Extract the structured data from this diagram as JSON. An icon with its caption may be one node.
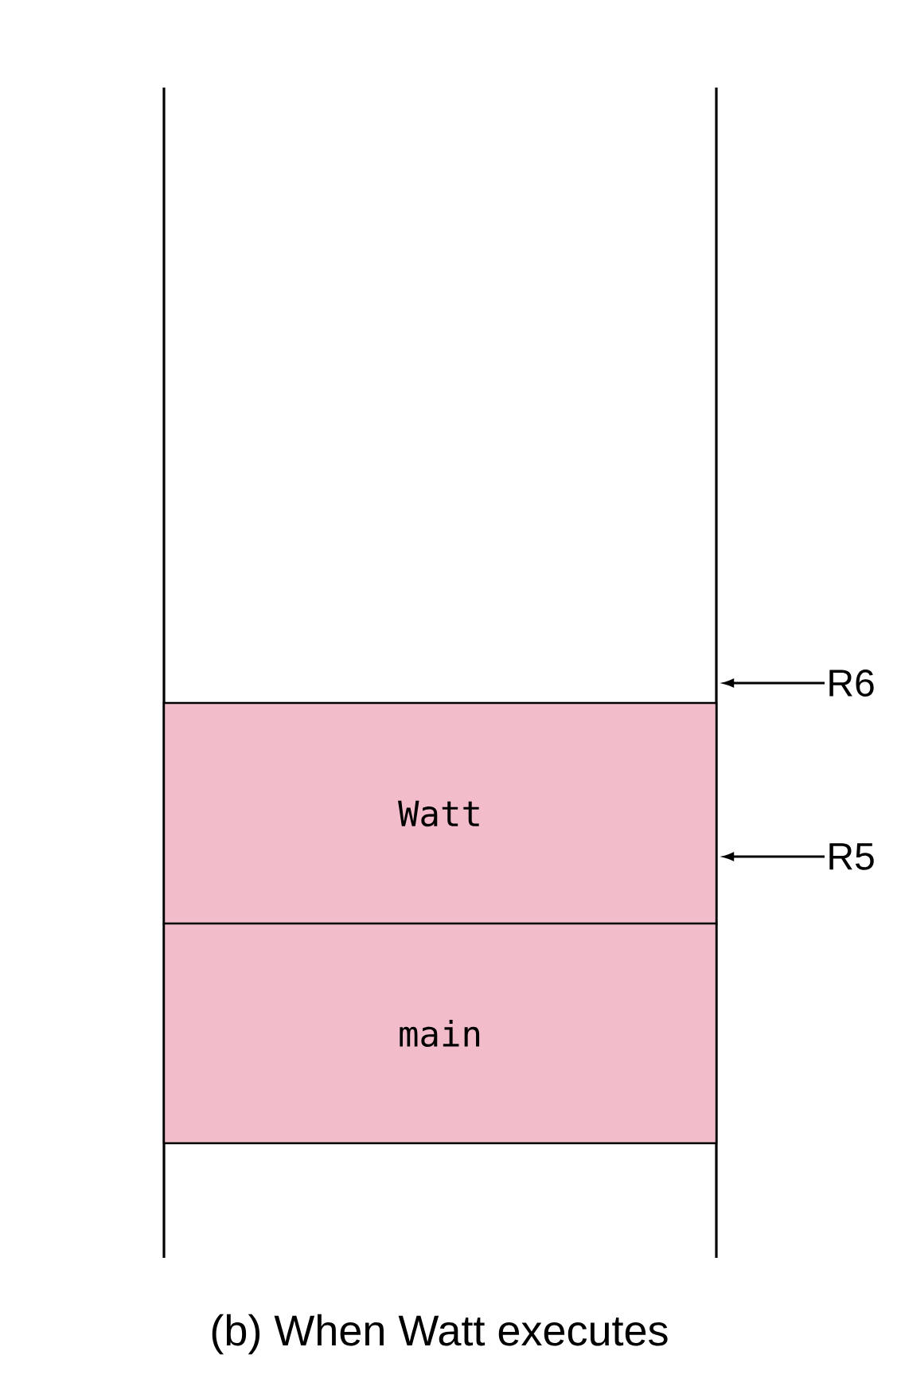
{
  "diagram": {
    "caption": "(b) When Watt executes",
    "nodes": [
      {
        "text": [
          "Watt"
        ]
      },
      {
        "text": [
          "main"
        ]
      },
      {
        "text": [
          "R6"
        ]
      },
      {
        "text": [
          "R5"
        ]
      }
    ],
    "edges": [
      {
        "from": 2,
        "to": 0,
        "arrow": "to"
      },
      {
        "from": 3,
        "to": 0,
        "arrow": "to"
      }
    ]
  }
}
